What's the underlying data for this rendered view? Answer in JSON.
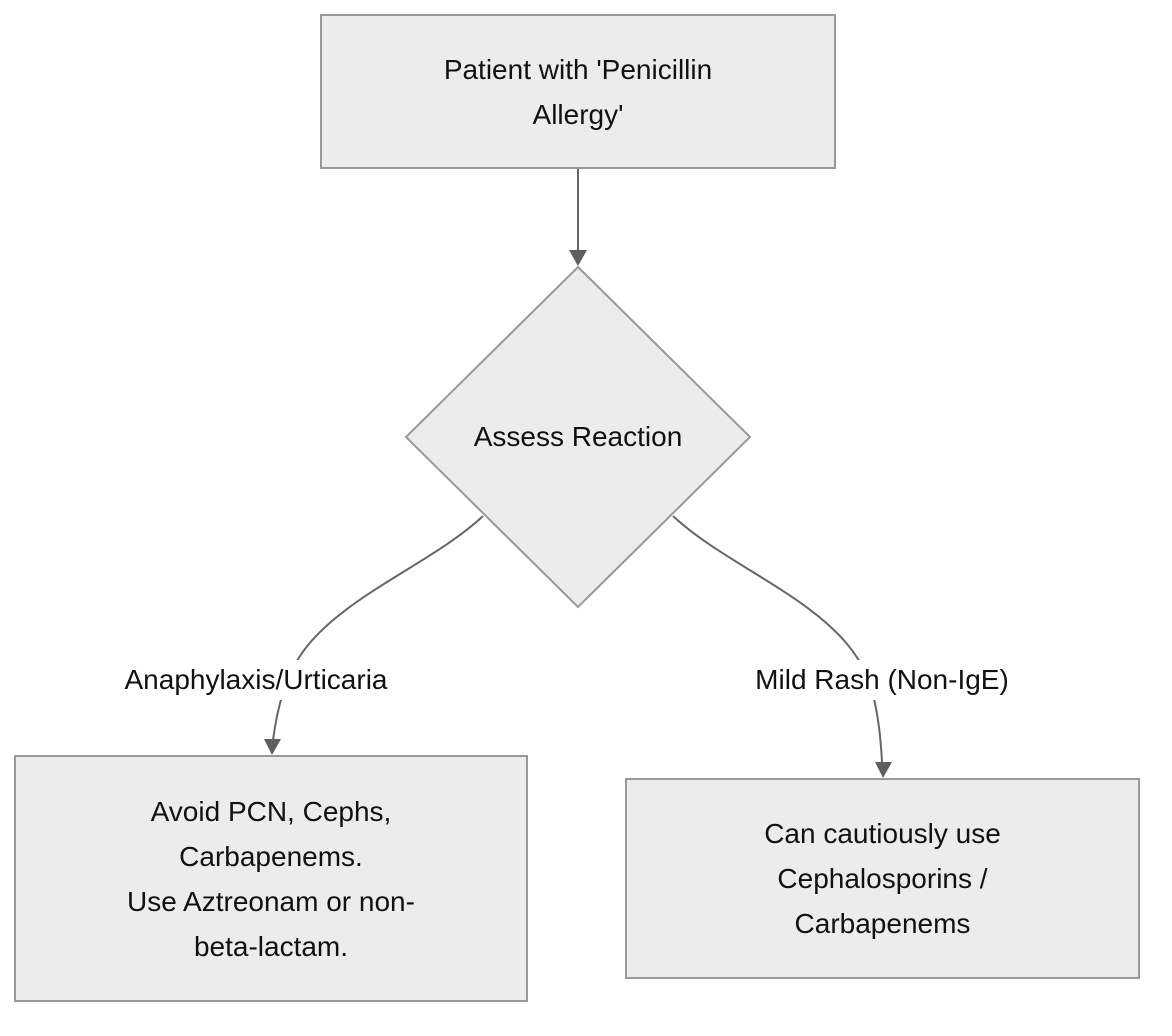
{
  "palette": {
    "background": "#ffffff",
    "node_fill": "#ececec",
    "node_border": "#999999",
    "edge_line": "#666666",
    "arrowhead": "#5f5f5f",
    "text": "#111111"
  },
  "nodes": {
    "start": {
      "lines": [
        "Patient with 'Penicillin",
        "Allergy'"
      ]
    },
    "decision": {
      "label": "Assess Reaction"
    },
    "avoid": {
      "lines": [
        "Avoid PCN, Cephs,",
        "Carbapenems.",
        "Use Aztreonam or non-",
        "beta-lactam."
      ]
    },
    "cautious": {
      "lines": [
        "Can cautiously use",
        "Cephalosporins /",
        "Carbapenems"
      ]
    }
  },
  "edges": {
    "left": {
      "label": "Anaphylaxis/Urticaria"
    },
    "right": {
      "label": "Mild Rash (Non-IgE)"
    }
  }
}
